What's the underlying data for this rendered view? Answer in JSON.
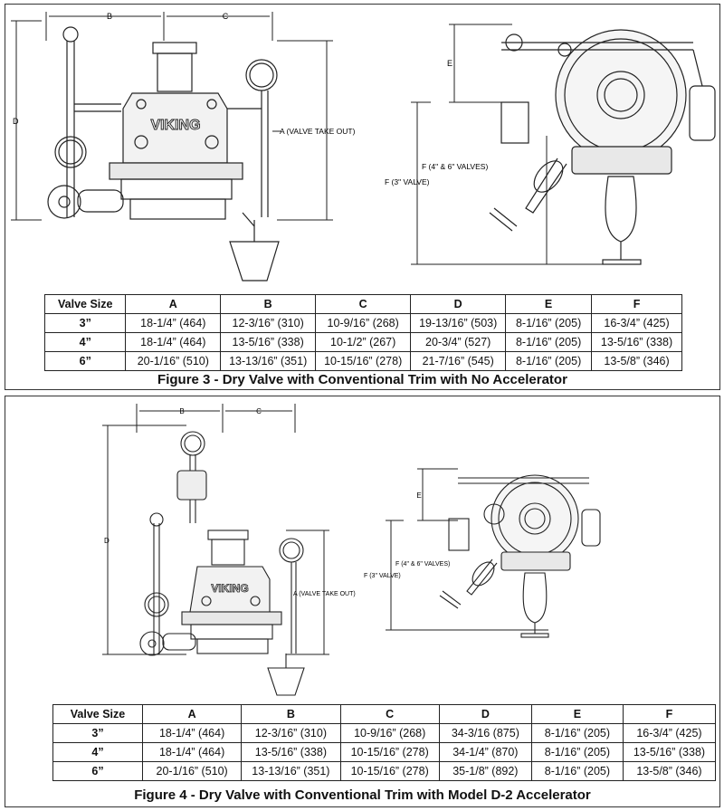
{
  "fig3": {
    "dims": {
      "A": "A (VALVE TAKE OUT)",
      "B": "B",
      "C": "C",
      "D": "D",
      "E": "E",
      "F1": "F (4\" & 6\" VALVES)",
      "F2": "F (3\" VALVE)"
    },
    "brand": "VIKING",
    "headers": [
      "Valve Size",
      "A",
      "B",
      "C",
      "D",
      "E",
      "F"
    ],
    "rows": [
      [
        "3”",
        "18-1/4” (464)",
        "12-3/16” (310)",
        "10-9/16” (268)",
        "19-13/16” (503)",
        "8-1/16” (205)",
        "16-3/4” (425)"
      ],
      [
        "4”",
        "18-1/4” (464)",
        "13-5/16” (338)",
        "10-1/2” (267)",
        "20-3/4” (527)",
        "8-1/16” (205)",
        "13-5/16” (338)"
      ],
      [
        "6”",
        "20-1/16” (510)",
        "13-13/16” (351)",
        "10-15/16” (278)",
        "21-7/16” (545)",
        "8-1/16” (205)",
        "13-5/8” (346)"
      ]
    ],
    "caption": "Figure 3 - Dry Valve with Conventional Trim with No Accelerator"
  },
  "fig4": {
    "dims": {
      "A": "A (VALVE TAKE OUT)",
      "B": "B",
      "C": "C",
      "D": "D",
      "E": "E",
      "F1": "F (4\" & 6\" VALVES)",
      "F2": "F (3\" VALVE)"
    },
    "brand": "VIKING",
    "headers": [
      "Valve Size",
      "A",
      "B",
      "C",
      "D",
      "E",
      "F"
    ],
    "rows": [
      [
        "3”",
        "18-1/4” (464)",
        "12-3/16” (310)",
        "10-9/16” (268)",
        "34-3/16 (875)",
        "8-1/16” (205)",
        "16-3/4” (425)"
      ],
      [
        "4”",
        "18-1/4” (464)",
        "13-5/16” (338)",
        "10-15/16” (278)",
        "34-1/4” (870)",
        "8-1/16” (205)",
        "13-5/16” (338)"
      ],
      [
        "6”",
        "20-1/16” (510)",
        "13-13/16” (351)",
        "10-15/16” (278)",
        "35-1/8” (892)",
        "8-1/16” (205)",
        "13-5/8” (346)"
      ]
    ],
    "caption": "Figure 4 - Dry Valve with Conventional Trim with Model D-2 Accelerator"
  }
}
